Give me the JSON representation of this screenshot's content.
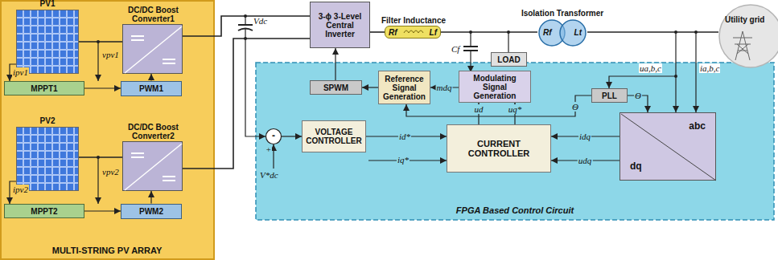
{
  "diagram": {
    "nodes": [
      {
        "text": [
          "MULTI-STRING PV ARRAY"
        ]
      },
      {
        "text": [
          "PV1"
        ],
        "in": 0
      },
      {
        "text": [
          "DC/DC Boost Converter1"
        ],
        "in": 0
      },
      {
        "text": [
          "MPPT1"
        ],
        "in": 0
      },
      {
        "text": [
          "PWM1"
        ],
        "in": 0
      },
      {
        "text": [
          "PV2"
        ],
        "in": 0
      },
      {
        "text": [
          "DC/DC Boost Converter2"
        ],
        "in": 0
      },
      {
        "text": [
          "MPPT2"
        ],
        "in": 0
      },
      {
        "text": [
          "PWM2"
        ],
        "in": 0
      },
      {
        "text": [
          "3-ϕ 3-Level Central Inverter"
        ]
      },
      {
        "text": [
          "Filter Inductance",
          "Rf",
          "Lf"
        ]
      },
      {
        "text": [
          "LOAD"
        ]
      },
      {
        "text": [
          "Isolation Transformer",
          "Rf",
          "Lt"
        ]
      },
      {
        "text": [
          "Utility grid"
        ]
      },
      {
        "text": [
          "FPGA Based Control Circuit"
        ]
      },
      {
        "text": [
          "SPWM"
        ],
        "in": 14
      },
      {
        "text": [
          "Reference Signal Generation"
        ],
        "in": 14
      },
      {
        "text": [
          "Modulating Signal Generation"
        ],
        "in": 14
      },
      {
        "text": [
          "PLL"
        ],
        "in": 14
      },
      {
        "text": [
          "abc",
          "dq"
        ],
        "in": 14
      },
      {
        "text": [
          "VOLTAGE CONTROLLER"
        ],
        "in": 14
      },
      {
        "text": [
          "CURRENT CONTROLLER"
        ],
        "in": 14
      },
      {
        "text": [
          "-"
        ],
        "in": 14
      }
    ],
    "edges": [
      {
        "from": 3,
        "to": 4,
        "arrow": "to"
      },
      {
        "from": 4,
        "to": 2,
        "arrow": "to"
      },
      {
        "from": 1,
        "to": 2,
        "arrow": "none"
      },
      {
        "from": 7,
        "to": 8,
        "arrow": "to"
      },
      {
        "from": 8,
        "to": 6,
        "arrow": "to"
      },
      {
        "from": 5,
        "to": 6,
        "arrow": "none"
      },
      {
        "from": 2,
        "to": 9,
        "arrow": "none"
      },
      {
        "from": 6,
        "to": 9,
        "arrow": "none"
      },
      {
        "from": 9,
        "to": 10,
        "arrow": "none"
      },
      {
        "from": 10,
        "to": 12,
        "arrow": "none"
      },
      {
        "from": 12,
        "to": 13,
        "arrow": "none"
      },
      {
        "from": 15,
        "to": 9,
        "arrow": "to"
      },
      {
        "from": 16,
        "to": 15,
        "arrow": "to"
      },
      {
        "from": 17,
        "to": 16,
        "arrow": "to",
        "label": "mdq"
      },
      {
        "from": 21,
        "to": 17,
        "arrow": "to",
        "label": "ud"
      },
      {
        "from": 21,
        "to": 17,
        "arrow": "to",
        "label": "uq*"
      },
      {
        "from": 22,
        "to": 20,
        "arrow": "to"
      },
      {
        "from": 20,
        "to": 21,
        "arrow": "to",
        "label": "id*"
      },
      {
        "from": 19,
        "to": 21,
        "arrow": "to",
        "label": "idq"
      },
      {
        "from": 19,
        "to": 21,
        "arrow": "to",
        "label": "udq"
      },
      {
        "from": 18,
        "to": 19,
        "arrow": "to",
        "label": "Θ"
      },
      {
        "from": 18,
        "to": 16,
        "arrow": "to",
        "label": "Θ"
      }
    ],
    "labels": [
      "Vdc",
      "vpv1",
      "ipv1",
      "vpv2",
      "ipv2",
      "Cf",
      "ua,b,c",
      "ia,b,c",
      "iq*",
      "V*dc",
      "+"
    ]
  }
}
